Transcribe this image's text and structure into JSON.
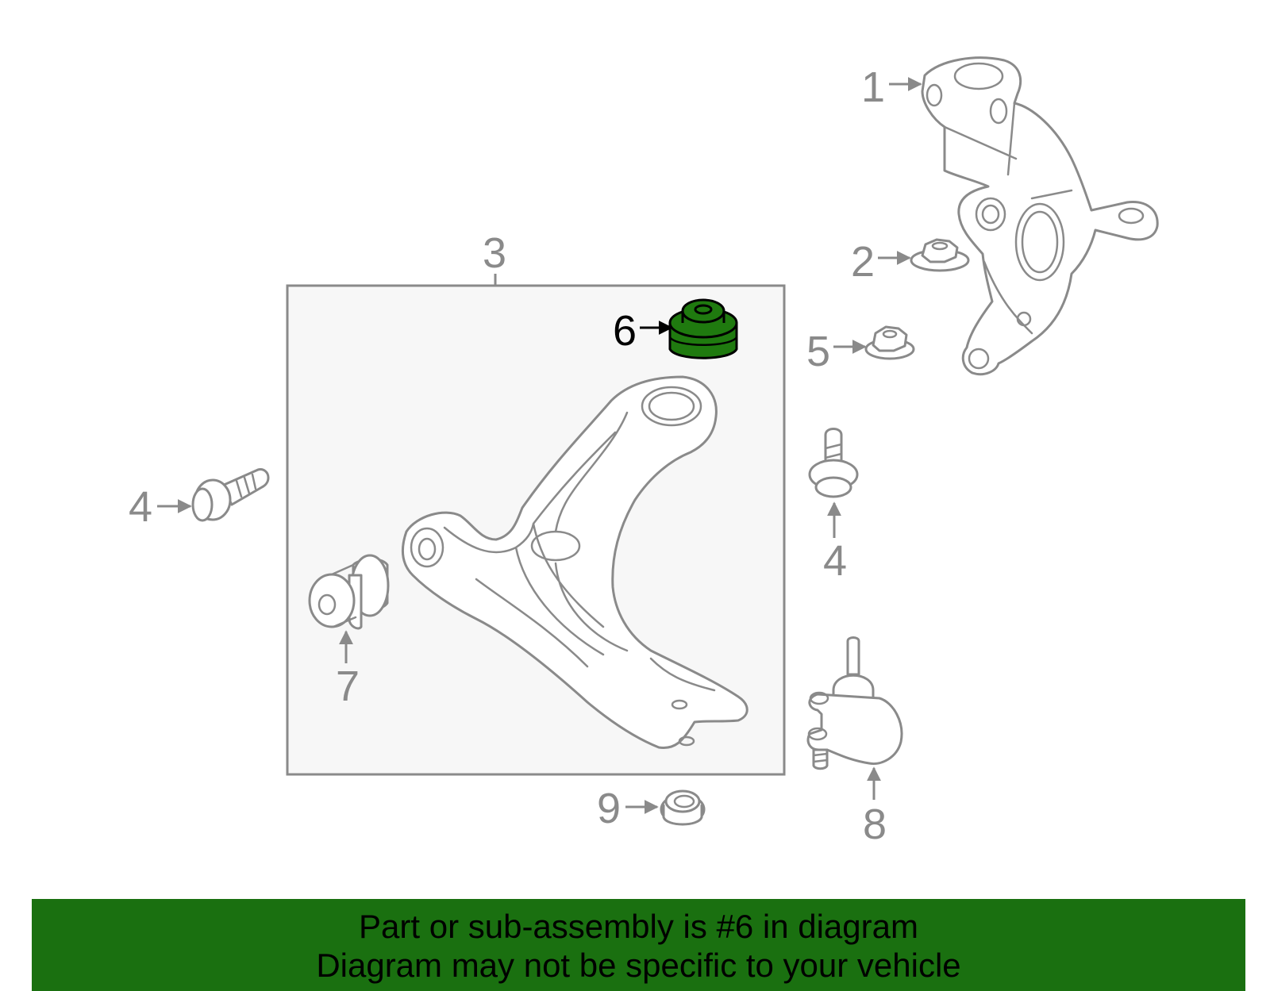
{
  "diagram": {
    "callouts": {
      "c1": "1",
      "c2": "2",
      "c3": "3",
      "c4_left": "4",
      "c4_right": "4",
      "c5": "5",
      "c6": "6",
      "c7": "7",
      "c8": "8",
      "c9": "9"
    },
    "highlighted_part": "6",
    "colors": {
      "highlight": "#1f7a0f",
      "banner": "#1a7010",
      "line_art": "#8a8a8a",
      "box_fill": "#f7f7f7"
    }
  },
  "banner": {
    "line1": "Part or sub-assembly is #6 in diagram",
    "line2": "Diagram may not be specific to your vehicle"
  }
}
